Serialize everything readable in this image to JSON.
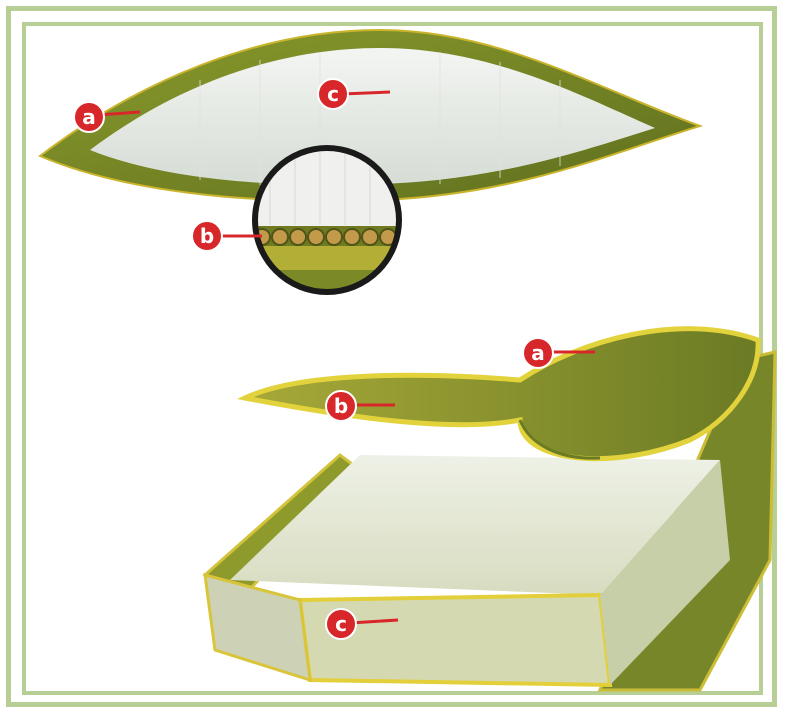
{
  "figure": {
    "colors": {
      "frame": "#b7cf95",
      "rind_dark": "#6f7f23",
      "rind_light": "#9aa83a",
      "rind_edge": "#d9cf3a",
      "gel": "#eef0ec",
      "gel_shadow": "#cfd7cf",
      "marker_fill": "#d8272a",
      "marker_text": "#ffffff"
    },
    "top_section": {
      "labels": {
        "rind": "a",
        "gel": "c",
        "latex": "b"
      }
    },
    "bottom_section": {
      "labels": {
        "rind": "a",
        "latex": "b",
        "gel": "c"
      }
    }
  }
}
